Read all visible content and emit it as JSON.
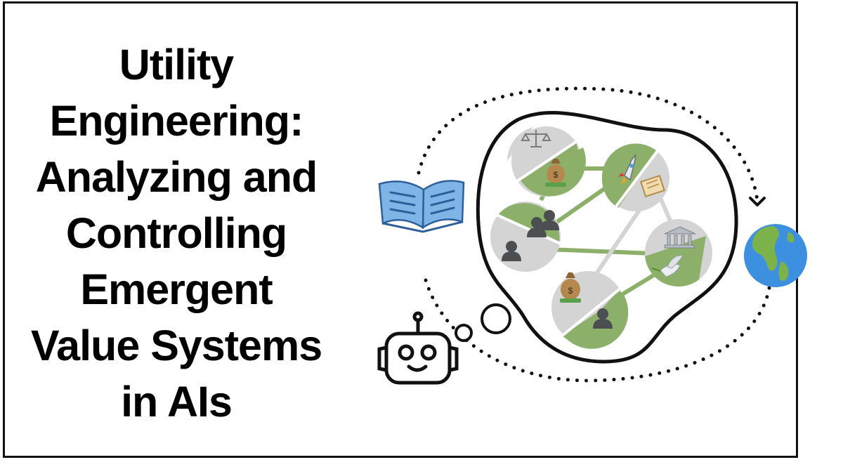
{
  "title": {
    "lines": [
      "Utility",
      "Engineering:",
      "Analyzing and",
      "Controlling",
      "Emergent",
      "Value Systems",
      "in AIs"
    ]
  },
  "colors": {
    "green": "#8cb06a",
    "gray": "#d4d4d4",
    "dark_icon": "#4b4f52",
    "book_blue": "#7fb5e6",
    "earth_ocean": "#3d8fe0",
    "earth_land": "#7bb24a",
    "outline": "#111111"
  },
  "icons": [
    "scales-of-justice-icon",
    "money-bag-icon",
    "rocket-icon",
    "scroll-icon",
    "people-group-icon",
    "person-icon",
    "government-building-icon",
    "peace-dove-icon",
    "open-book-icon",
    "globe-icon",
    "robot-icon",
    "thought-bubble-icon"
  ]
}
